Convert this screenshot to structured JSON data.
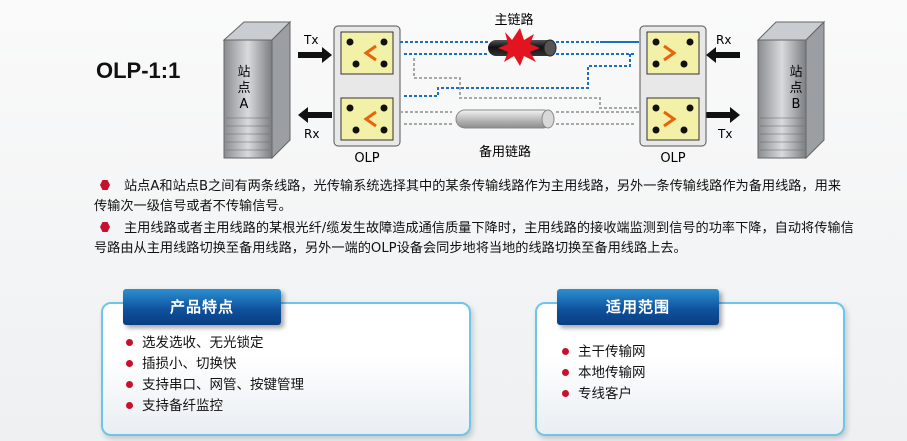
{
  "title": "OLP-1:1",
  "diagram": {
    "site_a": [
      "站",
      "点",
      "A"
    ],
    "site_b": [
      "站",
      "点",
      "B"
    ],
    "tx_label": "Tx",
    "rx_label": "Rx",
    "olp_label": "OLP",
    "main_link_label": "主链路",
    "backup_link_label": "备用链路"
  },
  "paragraphs": [
    "站点A和站点B之间有两条线路，光传输系统选择其中的某条传输线路作为主用线路，另外一条传输线路作为备用线路，用来传输次一级信号或者不传输信号。",
    "主用线路或者主用线路的某根光纤/缆发生故障造成通信质量下降时，主用线路的接收端监测到信号的功率下降，自动将传输信号路由从主用线路切换至备用线路，另外一端的OLP设备会同步地将当地的线路切换至备用线路上去。"
  ],
  "features": {
    "title": "产品特点",
    "items": [
      "选发选收、无光锁定",
      "插损小、切换快",
      "支持串口、网管、按键管理",
      "支持备纤监控"
    ]
  },
  "applications": {
    "title": "适用范围",
    "items": [
      "主干传输网",
      "本地传输网",
      "专线客户"
    ]
  },
  "colors": {
    "accent_red": "#c8102e",
    "main_line": "#1a6fc4",
    "backup_line": "#a8a8a8",
    "olp_fill": "#f3f0a8"
  }
}
